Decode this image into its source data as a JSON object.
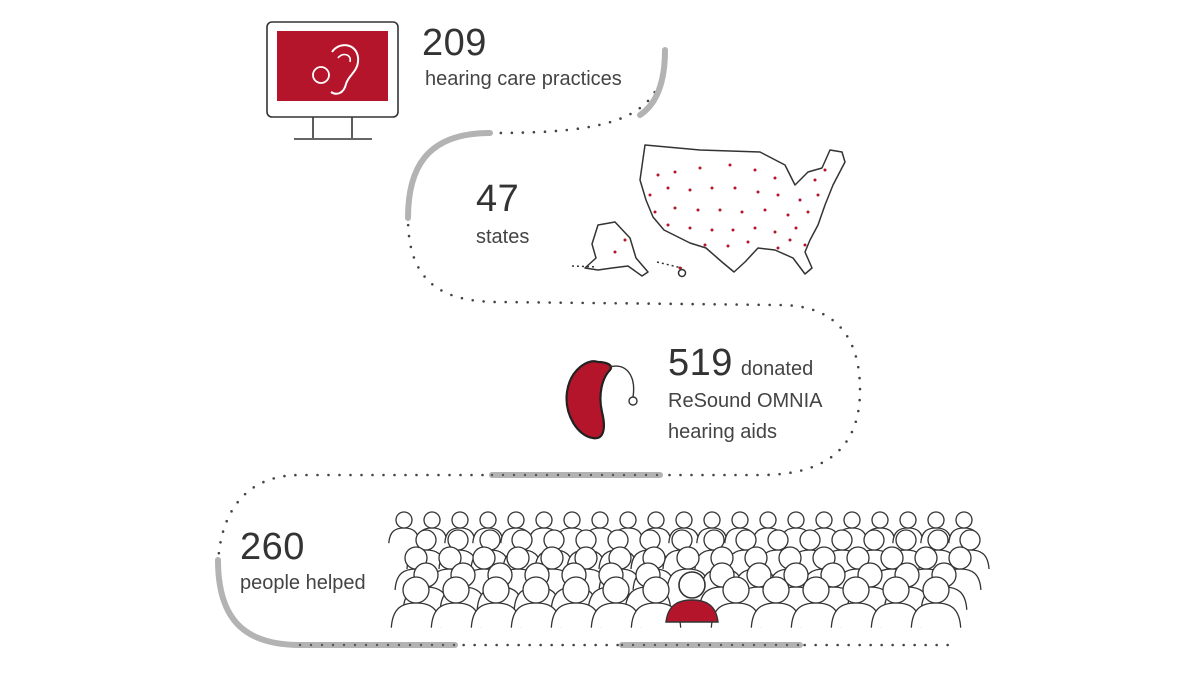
{
  "colors": {
    "accent": "#b5152b",
    "path_solid": "#b3b3b3",
    "path_dots": "#444444",
    "line": "#333333"
  },
  "stats": {
    "practices": {
      "number": "209",
      "label": "hearing care practices"
    },
    "states": {
      "number": "47",
      "label": "states"
    },
    "hearing_aids": {
      "number": "519",
      "label_line1": "donated",
      "label_line2": "ReSound OMNIA",
      "label_line3": "hearing aids"
    },
    "people": {
      "number": "260",
      "label": "people helped"
    }
  },
  "icons": {
    "monitor": "monitor-ear-icon",
    "map": "usa-map-icon",
    "hearing_aid": "hearing-aid-icon",
    "crowd": "crowd-icon"
  }
}
